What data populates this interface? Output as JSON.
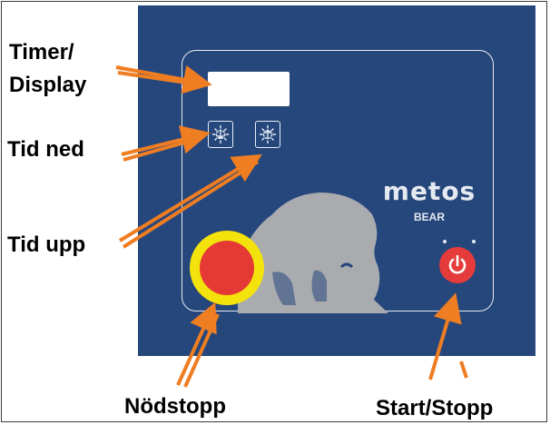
{
  "labels": {
    "timer_line1": "Timer/",
    "timer_line2": "Display",
    "tid_ned": "Tid ned",
    "tid_upp": "Tid upp",
    "nodstopp": "Nödstopp",
    "start_stopp": "Start/Stopp"
  },
  "panel": {
    "logo": "metos",
    "sublogo": "BEAR"
  },
  "icons": {
    "down_button": "timer-down-icon",
    "up_button": "timer-up-icon",
    "power": "power-icon",
    "mascot": "bear-icon"
  },
  "colors": {
    "panel": "#26477c",
    "arrow": "#ef7d22",
    "estop_ring": "#f4e20c",
    "estop": "#e53935",
    "power": "#e53b3b"
  }
}
